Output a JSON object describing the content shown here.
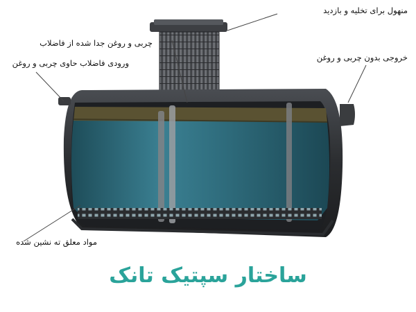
{
  "labels": {
    "manhole": "منهول برای تخلیه و بازدید",
    "separated_grease": "چربی و روغن جدا شده از فاضلاب",
    "inlet": "ورودی فاضلاب حاوی چربی و روغن",
    "outlet": "خروجی بدون چربی و روغن",
    "sludge": "مواد معلق ته نشین شده"
  },
  "title": "ساختار سپتیک تانک",
  "colors": {
    "tank_shell": "#2e3033",
    "water": "#2f6f80",
    "grease_layer": "#5a5232",
    "title_text": "#2aa39a",
    "leader_line": "#444444"
  }
}
